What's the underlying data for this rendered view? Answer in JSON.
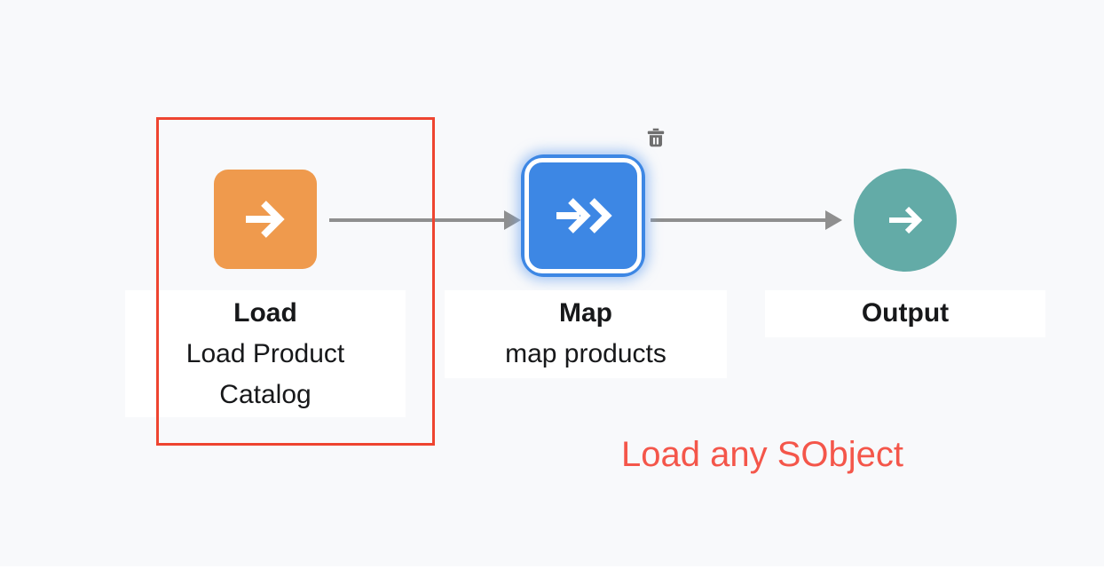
{
  "canvas": {
    "background_color": "#F8F9FB",
    "footer_strip_color": "#FFFFFF"
  },
  "nodes": [
    {
      "id": "load",
      "title": "Load",
      "subtitle": "Load Product Catalog",
      "color": "#EF9A4D",
      "shape": "rounded-square",
      "icon": "arrow-right-icon",
      "selected": false
    },
    {
      "id": "map",
      "title": "Map",
      "subtitle": "map products",
      "color": "#3D87E4",
      "shape": "rounded-square",
      "icon": "double-chevron-arrow-icon",
      "selected": true
    },
    {
      "id": "output",
      "title": "Output",
      "subtitle": "",
      "color": "#63ABA7",
      "shape": "circle",
      "icon": "arrow-right-icon",
      "selected": false
    }
  ],
  "connectors": [
    {
      "from": "load",
      "to": "map",
      "color": "#8F8F8F"
    },
    {
      "from": "map",
      "to": "output",
      "color": "#8F8F8F"
    }
  ],
  "selected_node_controls": {
    "delete_icon": "trash-icon",
    "icon_color": "#6E6E6E"
  },
  "annotation": {
    "box_color": "#EE4430",
    "text": "Load any SObject",
    "text_color": "#F4564A"
  }
}
